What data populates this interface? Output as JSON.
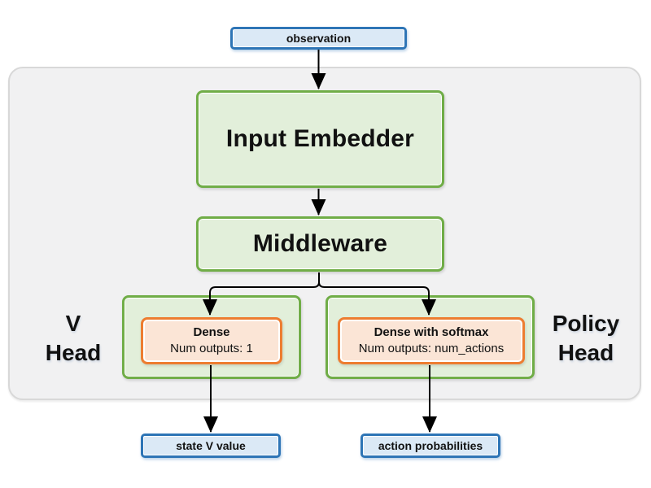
{
  "diagram": {
    "type": "flowchart",
    "nodes": {
      "observation": {
        "label": "observation"
      },
      "input_embedder": {
        "label": "Input Embedder"
      },
      "middleware": {
        "label": "Middleware"
      },
      "v_head_label": {
        "line1": "V",
        "line2": "Head"
      },
      "policy_head_label": {
        "line1": "Policy",
        "line2": "Head"
      },
      "v_dense": {
        "title": "Dense",
        "subtitle": "Num outputs: 1"
      },
      "policy_dense": {
        "title": "Dense with softmax",
        "subtitle": "Num outputs: num_actions"
      },
      "state_v_value": {
        "label": "state V value"
      },
      "action_probabilities": {
        "label": "action probabilities"
      }
    },
    "edges": [
      {
        "from": "observation",
        "to": "input_embedder"
      },
      {
        "from": "input_embedder",
        "to": "middleware"
      },
      {
        "from": "middleware",
        "to": "v_dense"
      },
      {
        "from": "middleware",
        "to": "policy_dense"
      },
      {
        "from": "v_dense",
        "to": "state_v_value"
      },
      {
        "from": "policy_dense",
        "to": "action_probabilities"
      }
    ],
    "colors": {
      "blue_fill": "#dbe9f6",
      "blue_border": "#2e75b6",
      "green_fill": "#e2efda",
      "green_border": "#70ad47",
      "orange_fill": "#fbe5d6",
      "orange_border": "#ed7d31",
      "panel_fill": "#f1f1f2",
      "panel_border": "#d8d8d8",
      "arrow": "#000000",
      "text": "#111111"
    }
  }
}
